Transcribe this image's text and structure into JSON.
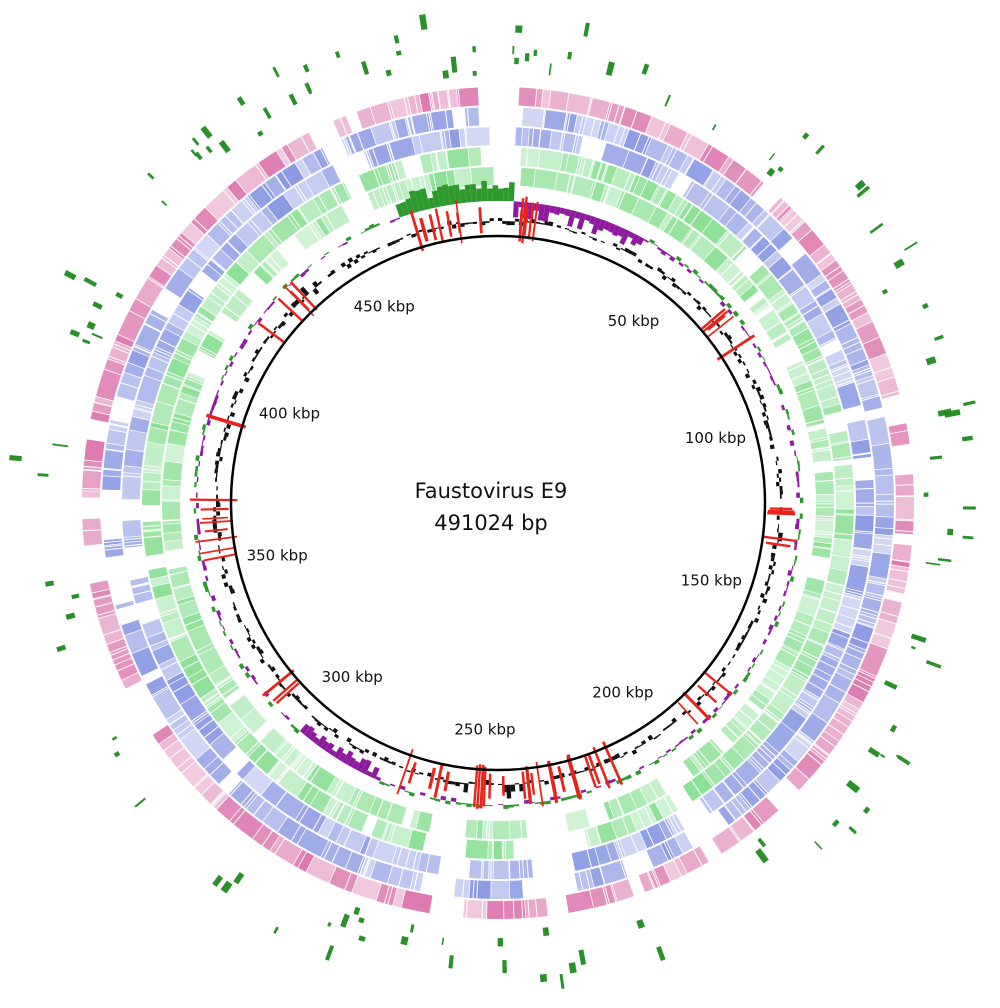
{
  "genome": {
    "name": "Faustovirus E9",
    "length_label": "491024 bp",
    "length_bp": 491024
  },
  "ticks": [
    {
      "kbp": 50,
      "label": "50 kbp"
    },
    {
      "kbp": 100,
      "label": "100 kbp"
    },
    {
      "kbp": 150,
      "label": "150 kbp"
    },
    {
      "kbp": 200,
      "label": "200 kbp"
    },
    {
      "kbp": 250,
      "label": "250 kbp"
    },
    {
      "kbp": 300,
      "label": "300 kbp"
    },
    {
      "kbp": 350,
      "label": "350 kbp"
    },
    {
      "kbp": 400,
      "label": "400 kbp"
    },
    {
      "kbp": 450,
      "label": "450 kbp"
    }
  ],
  "colors": {
    "backbone": "#000000",
    "gc_content": "#111111",
    "highlight_red": "#e8231c",
    "skew_positive": "#2e9a2e",
    "skew_negative": "#8e1b9e",
    "blast_green": "#7fdc8a",
    "blast_blue": "#7f8fe0",
    "blast_pink": "#d96aa6",
    "outer_markers": "#1f8a1f"
  },
  "tracks": [
    {
      "id": "gc-content",
      "color": "gc_content"
    },
    {
      "id": "gc-skew",
      "color": "skew_positive"
    },
    {
      "id": "blast-hit-ring-1",
      "color": "blast_green"
    },
    {
      "id": "blast-hit-ring-2",
      "color": "blast_green"
    },
    {
      "id": "blast-hit-ring-3",
      "color": "blast_blue"
    },
    {
      "id": "blast-hit-ring-4",
      "color": "blast_blue"
    },
    {
      "id": "blast-hit-ring-5",
      "color": "blast_pink"
    },
    {
      "id": "outer-feature-markers",
      "color": "outer_markers"
    }
  ]
}
